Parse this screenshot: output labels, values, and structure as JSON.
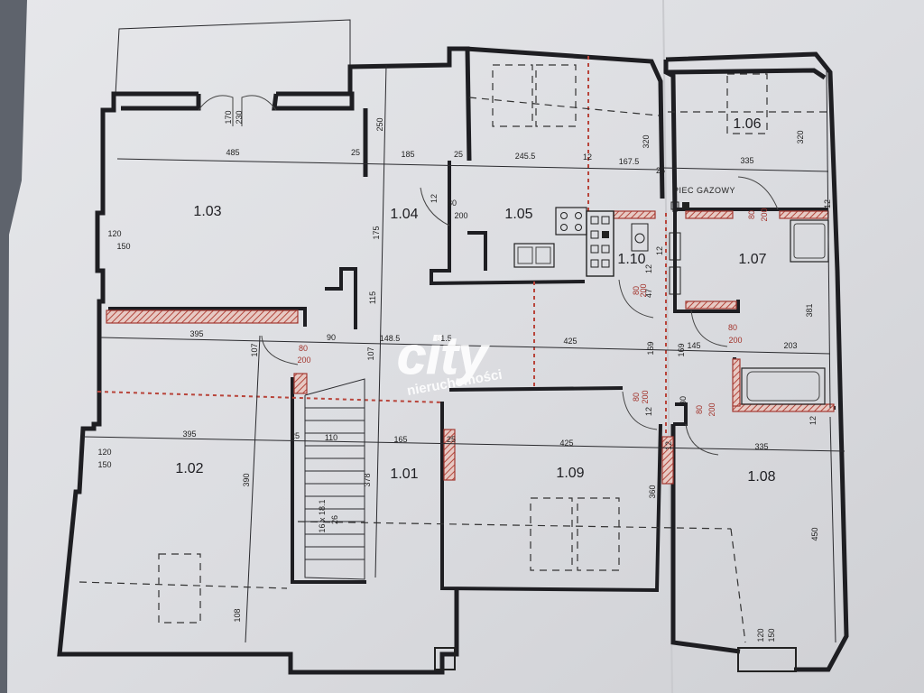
{
  "rooms": [
    "1.01",
    "1.02",
    "1.03",
    "1.04",
    "1.05",
    "1.06",
    "1.07",
    "1.08",
    "1.09",
    "1.10"
  ],
  "labels": {
    "gas_heater": "PIEC GAZOWY"
  },
  "watermark": {
    "brand": "city",
    "sub": "nieruchomości"
  },
  "dims": {
    "d485": "485",
    "d25a": "25",
    "d185": "185",
    "d25b": "25",
    "d2455": "245.5",
    "d12a": "12",
    "d1675": "167.5",
    "d25c": "25",
    "d335a": "335",
    "d250": "250",
    "d170": "170",
    "d230": "230",
    "d320a": "320",
    "d320b": "320",
    "d120a": "120",
    "d150a": "150",
    "d175": "175",
    "d115": "115",
    "d12b": "12",
    "d80a": "80",
    "d200a": "200",
    "d395a": "395",
    "d90": "90",
    "d1485": "148.5",
    "d615": "61.5",
    "d425a": "425",
    "d169a": "169",
    "d145": "145",
    "d203": "203",
    "d80b": "80",
    "d200b": "200",
    "d80c": "80",
    "d200c": "200",
    "d107a": "107",
    "d107b": "107",
    "d395b": "395",
    "d25d": "25",
    "d110": "110",
    "d165": "165",
    "d25e": "25",
    "d425b": "425",
    "d335b": "335",
    "d120b": "120",
    "d150b": "150",
    "d390": "390",
    "d378": "378",
    "d360": "360",
    "d450": "450",
    "d381": "381",
    "d108": "108",
    "d16x181": "16 x 18.1",
    "d26": "26",
    "d120c": "120",
    "d150c": "150",
    "d80d": "80",
    "d200d": "200",
    "d80e": "80",
    "d200e": "200",
    "d80f": "80",
    "d200f": "200",
    "d80g": "80",
    "d200g": "200",
    "d12c": "12",
    "d12d": "12",
    "d12e": "12",
    "d12f": "12",
    "d12g": "12",
    "d47": "47",
    "d169b": "169",
    "d30": "30",
    "d12h": "12"
  }
}
